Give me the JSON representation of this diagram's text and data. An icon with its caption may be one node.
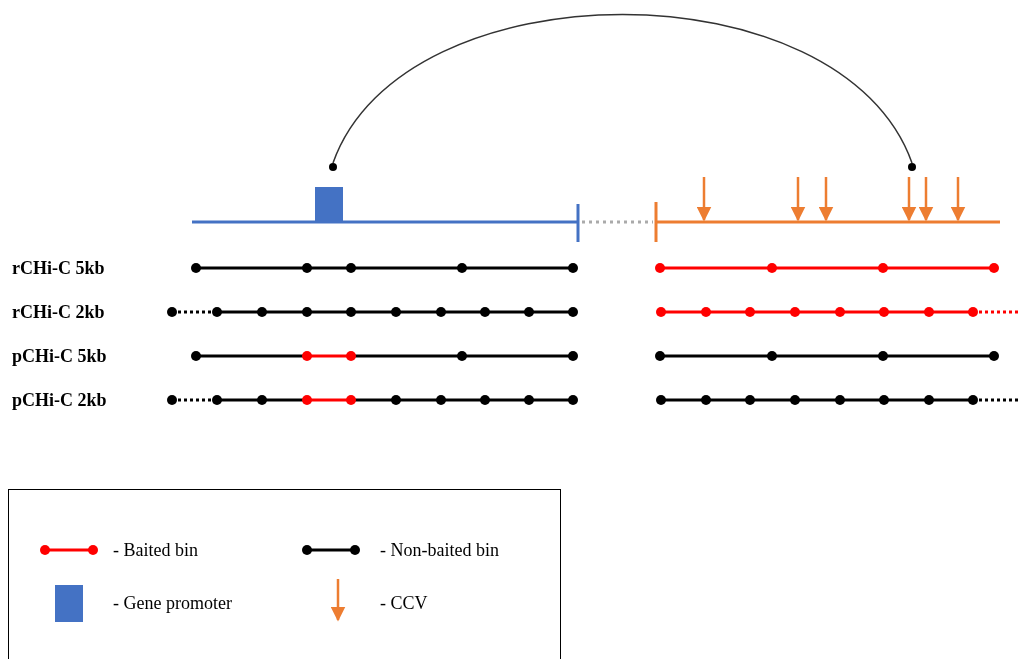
{
  "diagram": {
    "nodes": [
      {
        "text": [],
        "shape": "circle"
      },
      {
        "text": [],
        "shape": "circle"
      }
    ],
    "edges": [
      {
        "from": 0,
        "to": 1,
        "arrow": "none"
      }
    ],
    "labels": [
      "rCHi-C 5kb",
      "rCHi-C 2kb",
      "pCHi-C 5kb",
      "pCHi-C 2kb"
    ],
    "legend": [
      {
        "text": "- Baited bin"
      },
      {
        "text": "- Non-baited bin"
      },
      {
        "text": "- Gene promoter",
        "color": "#4472c4"
      },
      {
        "text": "- CCV"
      }
    ]
  }
}
